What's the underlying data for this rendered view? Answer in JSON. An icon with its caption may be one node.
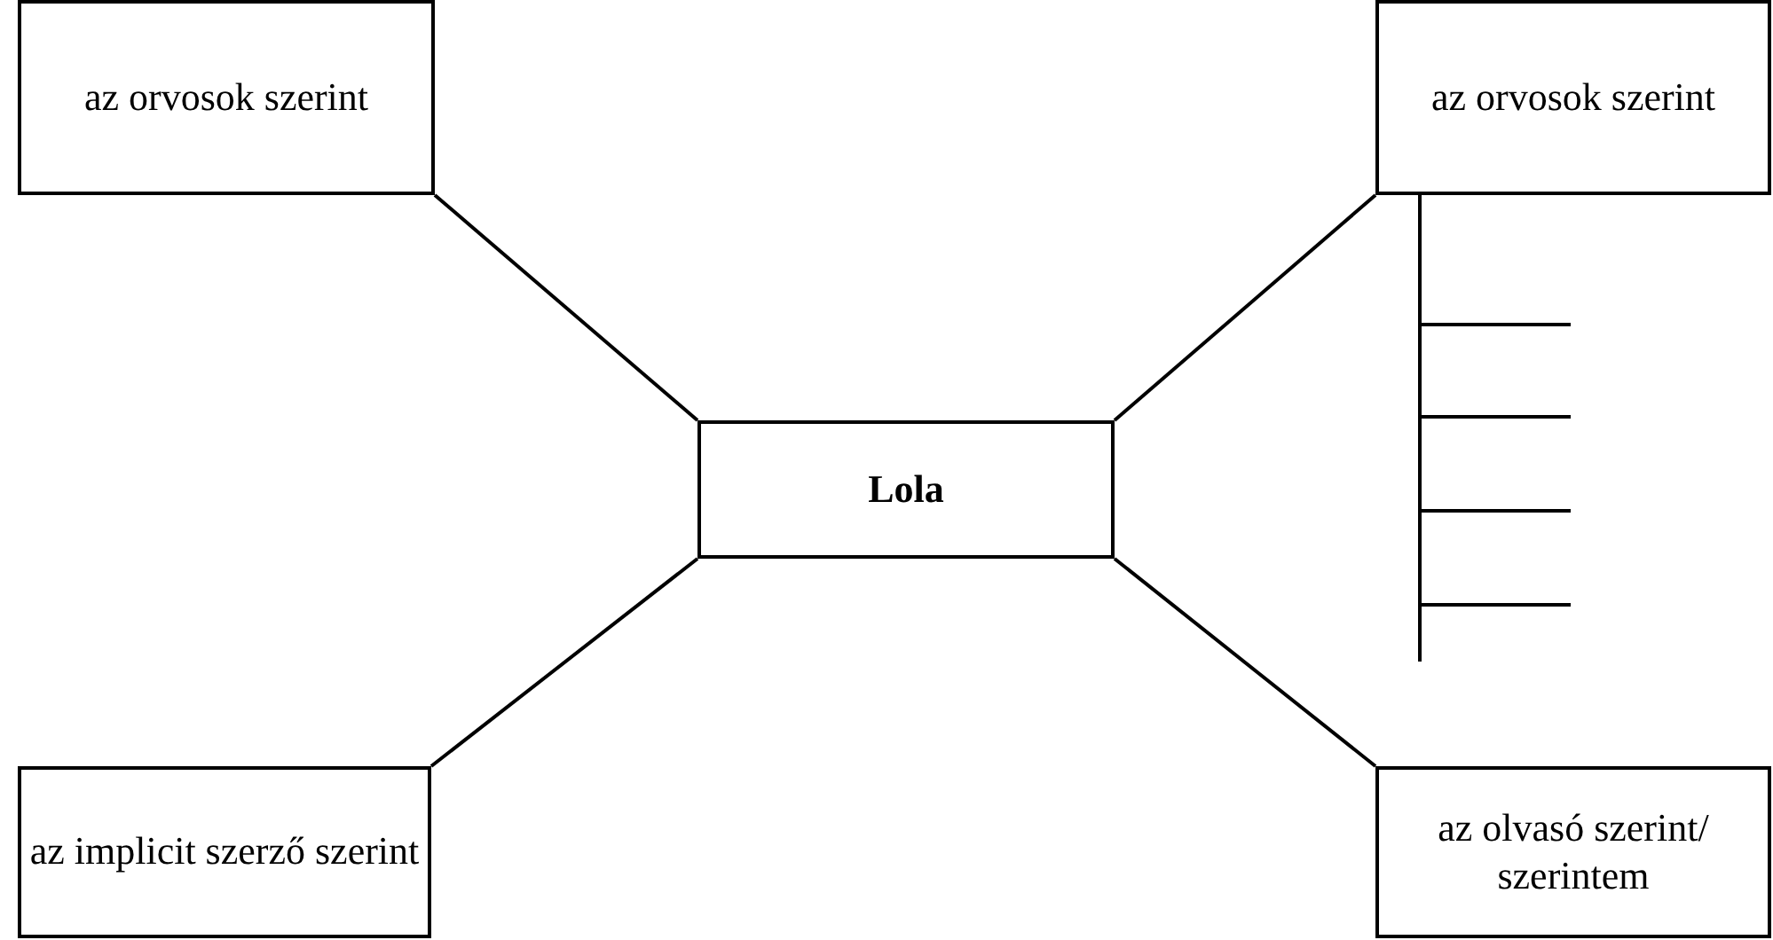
{
  "diagram": {
    "nodes": [
      {
        "text": [
          "az orvosok szerint"
        ]
      },
      {
        "text": [
          "az orvosok szerint"
        ]
      },
      {
        "text": [
          "Lola"
        ]
      },
      {
        "text": [
          "az implicit szerző szerint"
        ]
      },
      {
        "text": [
          "az olvasó szerint/ szerintem"
        ]
      }
    ],
    "edges": [
      {
        "from": 0,
        "to": 2,
        "arrow": "none"
      },
      {
        "from": 1,
        "to": 2,
        "arrow": "none"
      },
      {
        "from": 2,
        "to": 3,
        "arrow": "none"
      },
      {
        "from": 2,
        "to": 4,
        "arrow": "none"
      }
    ]
  }
}
